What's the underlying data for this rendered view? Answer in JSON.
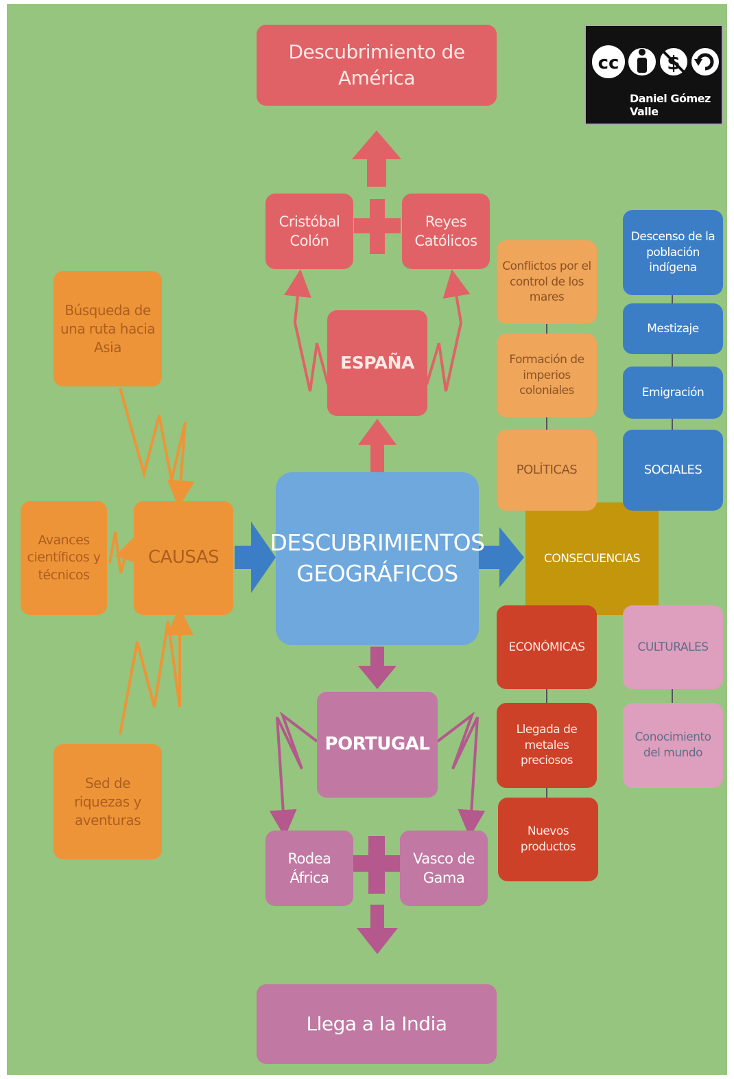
{
  "nodes": {
    "top": "Descubrimiento de América",
    "colon": "Cristóbal Colón",
    "reyes": "Reyes Católicos",
    "espana": "ESPAÑA",
    "center": "DESCUBRIMIENTOS GEOGRÁFICOS",
    "portugal": "PORTUGAL",
    "rodea": "Rodea África",
    "vasco": "Vasco de Gama",
    "india": "Llega a la India",
    "causas": "CAUSAS",
    "causa_ruta": "Búsqueda de una ruta hacia Asia",
    "causa_avances": "Avances científicos y técnicos",
    "causa_sed": "Sed de riquezas y aventuras",
    "consecuencias": "CONSECUENCIAS",
    "politicas": "POLÍTICAS",
    "pol_conflictos": "Conflictos por el control de los mares",
    "pol_imperios": "Formación de imperios coloniales",
    "sociales": "SOCIALES",
    "soc_descenso": "Descenso de la población indígena",
    "soc_mestizaje": "Mestizaje",
    "soc_emigracion": "Emigración",
    "economicas": "ECONÓMICAS",
    "eco_metales": "Llegada de metales preciosos",
    "eco_productos": "Nuevos productos",
    "culturales": "CULTURALES",
    "cul_conocimiento": "Conocimiento del mundo"
  },
  "license": {
    "symbols": [
      "cc-icon",
      "by-icon",
      "nc-icon",
      "sa-icon"
    ],
    "author": "Daniel Gómez Valle"
  },
  "colors": {
    "background": "#95c57e",
    "spain": "#e06266",
    "center": "#6ea8dd",
    "causes": "#ee9438",
    "consequences": "#c4960c",
    "portugal": "#c178a3"
  }
}
